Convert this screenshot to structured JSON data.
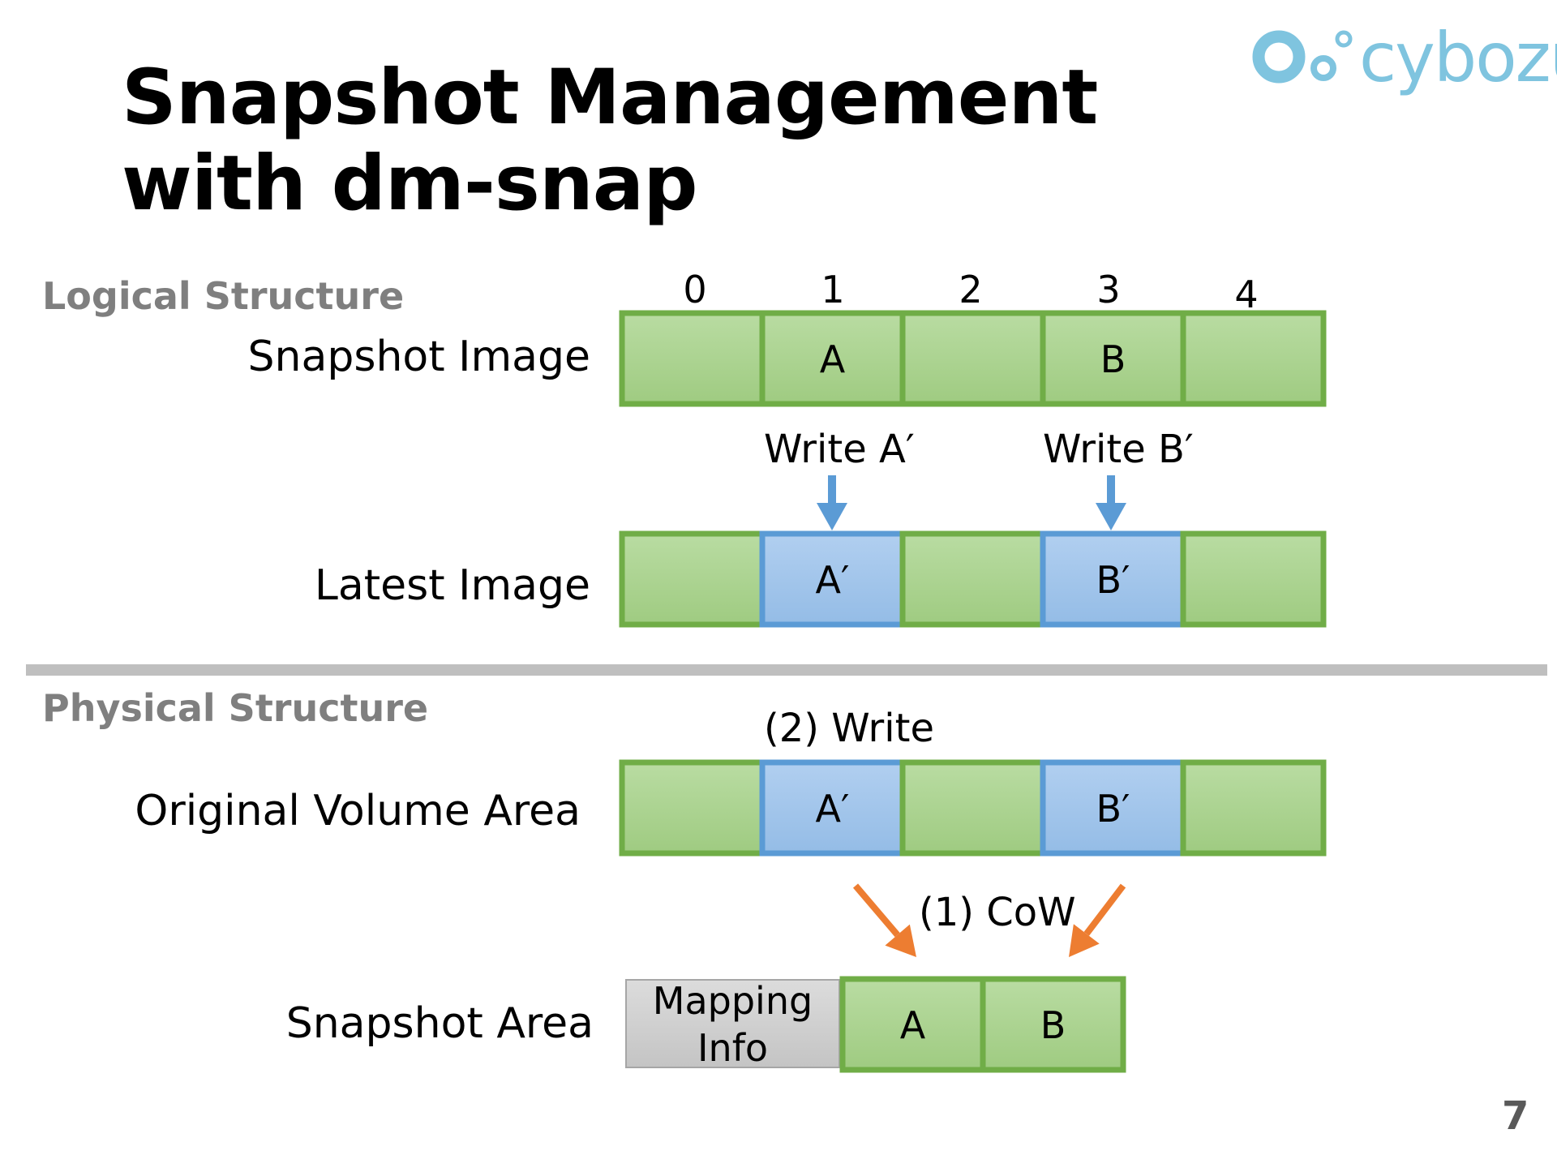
{
  "title": {
    "line1": "Snapshot Management",
    "line2": "with dm-snap"
  },
  "logo": {
    "text": "cybozu",
    "color": "#7fc4df"
  },
  "sections": {
    "logical": "Logical Structure",
    "physical": "Physical Structure"
  },
  "rows": {
    "snapshot_image": "Snapshot Image",
    "latest_image": "Latest Image",
    "original_volume": "Original Volume Area",
    "snapshot_area": "Snapshot Area"
  },
  "indices": [
    "0",
    "1",
    "2",
    "3",
    "4"
  ],
  "blocks": {
    "snapshot_image": [
      "",
      "A",
      "",
      "B",
      ""
    ],
    "latest_image": [
      "",
      "A′",
      "",
      "B′",
      ""
    ],
    "original_volume": [
      "",
      "A′",
      "",
      "B′",
      ""
    ],
    "snapshot_area": [
      "A",
      "B"
    ],
    "mapping_info": [
      "Mapping",
      "Info"
    ]
  },
  "annotations": {
    "write_a": "Write A′",
    "write_b": "Write B′",
    "write2": "(2) Write",
    "cow": "(1) CoW"
  },
  "page_number": "7",
  "colors": {
    "green_fill": "#a9d18e",
    "green_stroke": "#70ad47",
    "blue_fill": "#9dc3e6",
    "blue_stroke": "#5b9bd5",
    "gray_fill": "#d0d0d0",
    "gray_stroke": "#a6a6a6",
    "arrow_blue": "#5b9bd5",
    "arrow_orange": "#ed7d31",
    "section_gray": "#7f7f7f",
    "divider": "#bfbfbf"
  }
}
